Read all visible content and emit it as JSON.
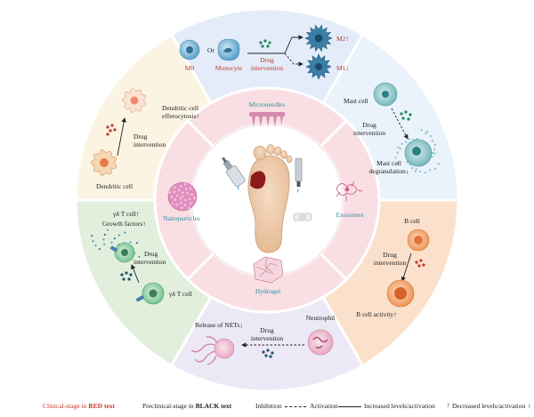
{
  "center": {
    "microneedles": "Microneedles",
    "exosomes": "Exosomes",
    "hydrogel": "Hydrogel",
    "nanoparticles": "Nanoparticles"
  },
  "macrophage": {
    "m0": "M0",
    "or": "Or",
    "monocyte": "Monocyte",
    "drug": "Drug",
    "intervention": "intervention",
    "m2": "M2↑",
    "m1": "M1↓"
  },
  "mast_cell": {
    "title": "Mast cell",
    "drug": "Drug",
    "intervention": "intervention",
    "result1": "Mast cell",
    "result2": "degranulation↓"
  },
  "b_cell": {
    "title": "B cell",
    "drug": "Drug",
    "intervention": "intervention",
    "result": "B cell activity↑"
  },
  "neutrophil": {
    "title": "Neutrophil",
    "drug": "Drug",
    "intervention": "intervention",
    "result": "Release of NETs↓"
  },
  "gd_t_cell": {
    "result1": "γδ T cell↑",
    "result2": "Growth factors↑",
    "drug": "Drug",
    "intervention": "intervention",
    "title": "γδ T cell"
  },
  "dendritic": {
    "result1": "Dendritic cell",
    "result2": "efferocytosis↑",
    "drug": "Drug",
    "intervention": "intervention",
    "title": "Dendritic cell"
  },
  "legend": {
    "clinical_prefix": "Clinical-stage in ",
    "clinical_emph": "RED text",
    "preclinical_prefix": "Preclinical-stage in ",
    "preclinical_emph": "BLACK text",
    "inhibition": "Inhibition",
    "activation": "Activation",
    "increased": "Increased levels/activation",
    "decreased": "Decreased levels/activation"
  },
  "colors": {
    "clinical_red": "#c0392b",
    "sector_blue": "#e3ecf8",
    "sector_orange": "#fbe1cc",
    "sector_purple": "#ece8f6",
    "sector_green": "#e1efdc",
    "sector_cream": "#fbf4e2",
    "inner_pink": "#f9dfe3"
  }
}
